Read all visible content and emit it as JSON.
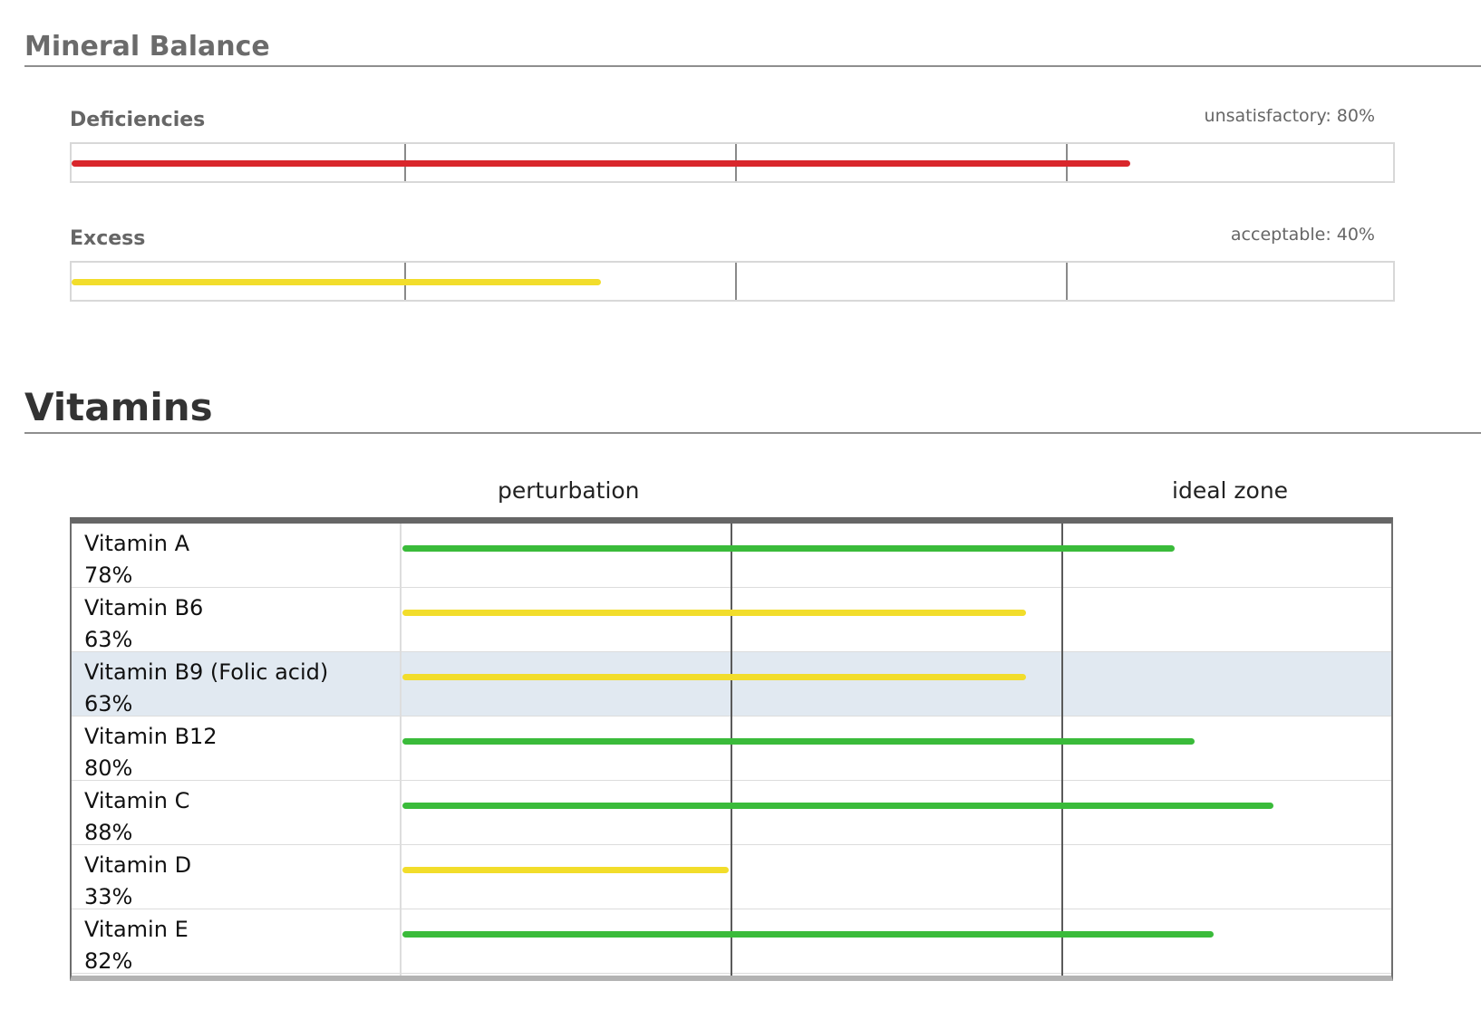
{
  "mineral_balance": {
    "title": "Mineral Balance",
    "items": [
      {
        "label": "Deficiencies",
        "status": "unsatisfactory: 80%",
        "value": 80,
        "color": "#d9262b"
      },
      {
        "label": "Excess",
        "status": "acceptable: 40%",
        "value": 40,
        "color": "#f2dd2b"
      }
    ]
  },
  "vitamins": {
    "title": "Vitamins",
    "col_perturbation": "perturbation",
    "col_ideal": "ideal zone",
    "rows": [
      {
        "name": "Vitamin A",
        "pct": "78%",
        "value": 78,
        "color": "#3abb3a",
        "highlight": false
      },
      {
        "name": "Vitamin B6",
        "pct": "63%",
        "value": 63,
        "color": "#f2dd2b",
        "highlight": false
      },
      {
        "name": "Vitamin B9 (Folic acid)",
        "pct": "63%",
        "value": 63,
        "color": "#f2dd2b",
        "highlight": true
      },
      {
        "name": "Vitamin B12",
        "pct": "80%",
        "value": 80,
        "color": "#3abb3a",
        "highlight": false
      },
      {
        "name": "Vitamin C",
        "pct": "88%",
        "value": 88,
        "color": "#3abb3a",
        "highlight": false
      },
      {
        "name": "Vitamin D",
        "pct": "33%",
        "value": 33,
        "color": "#f2dd2b",
        "highlight": false
      },
      {
        "name": "Vitamin E",
        "pct": "82%",
        "value": 82,
        "color": "#3abb3a",
        "highlight": false
      }
    ]
  }
}
